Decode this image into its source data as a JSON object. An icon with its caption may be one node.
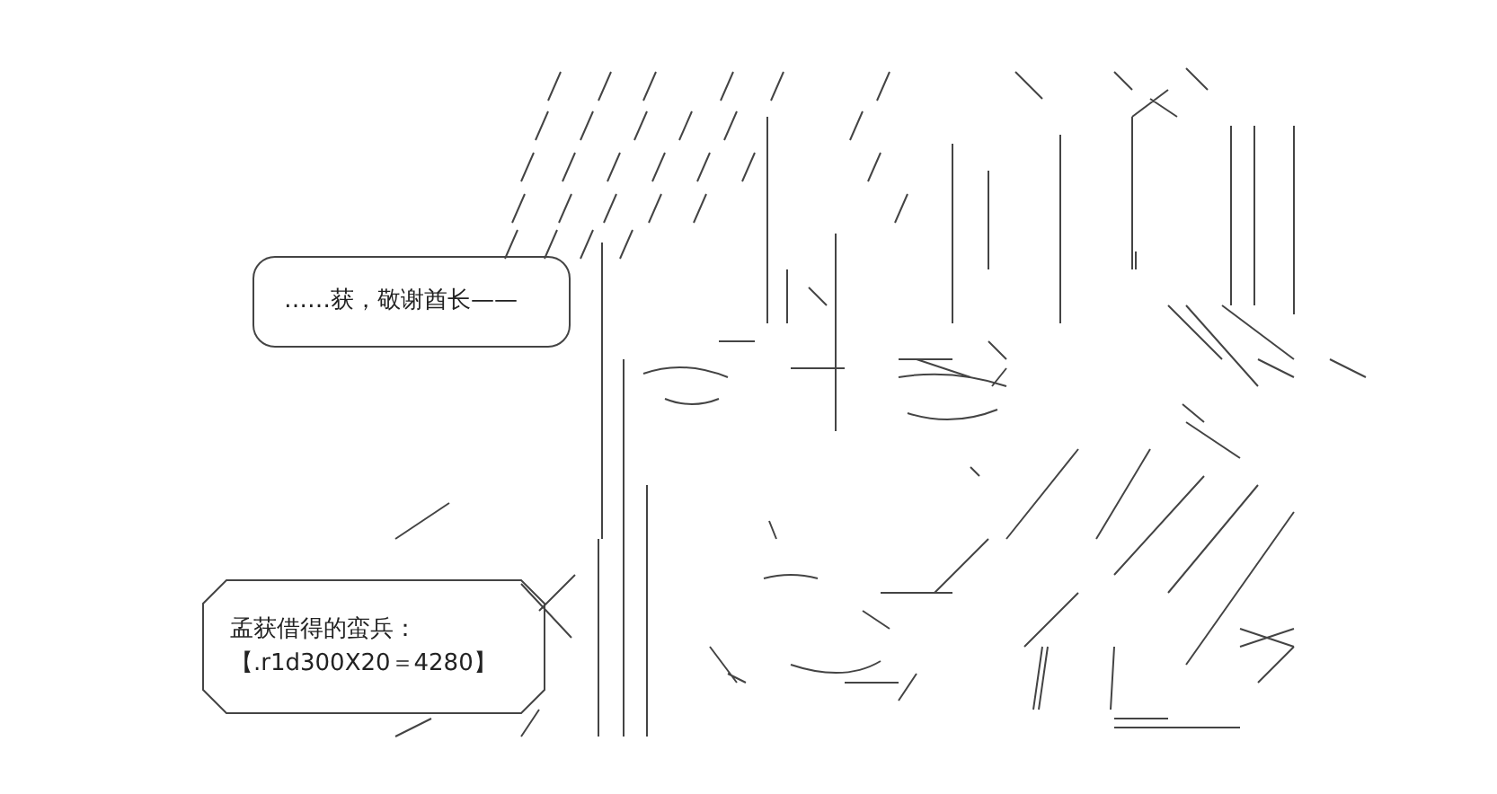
{
  "diagram": {
    "nodes": [
      {
        "text": [
          "……获，敬谢酋长——"
        ]
      },
      {
        "text": [
          "孟获借得的蛮兵：",
          "【.r1d300X20＝4280】"
        ]
      }
    ]
  }
}
